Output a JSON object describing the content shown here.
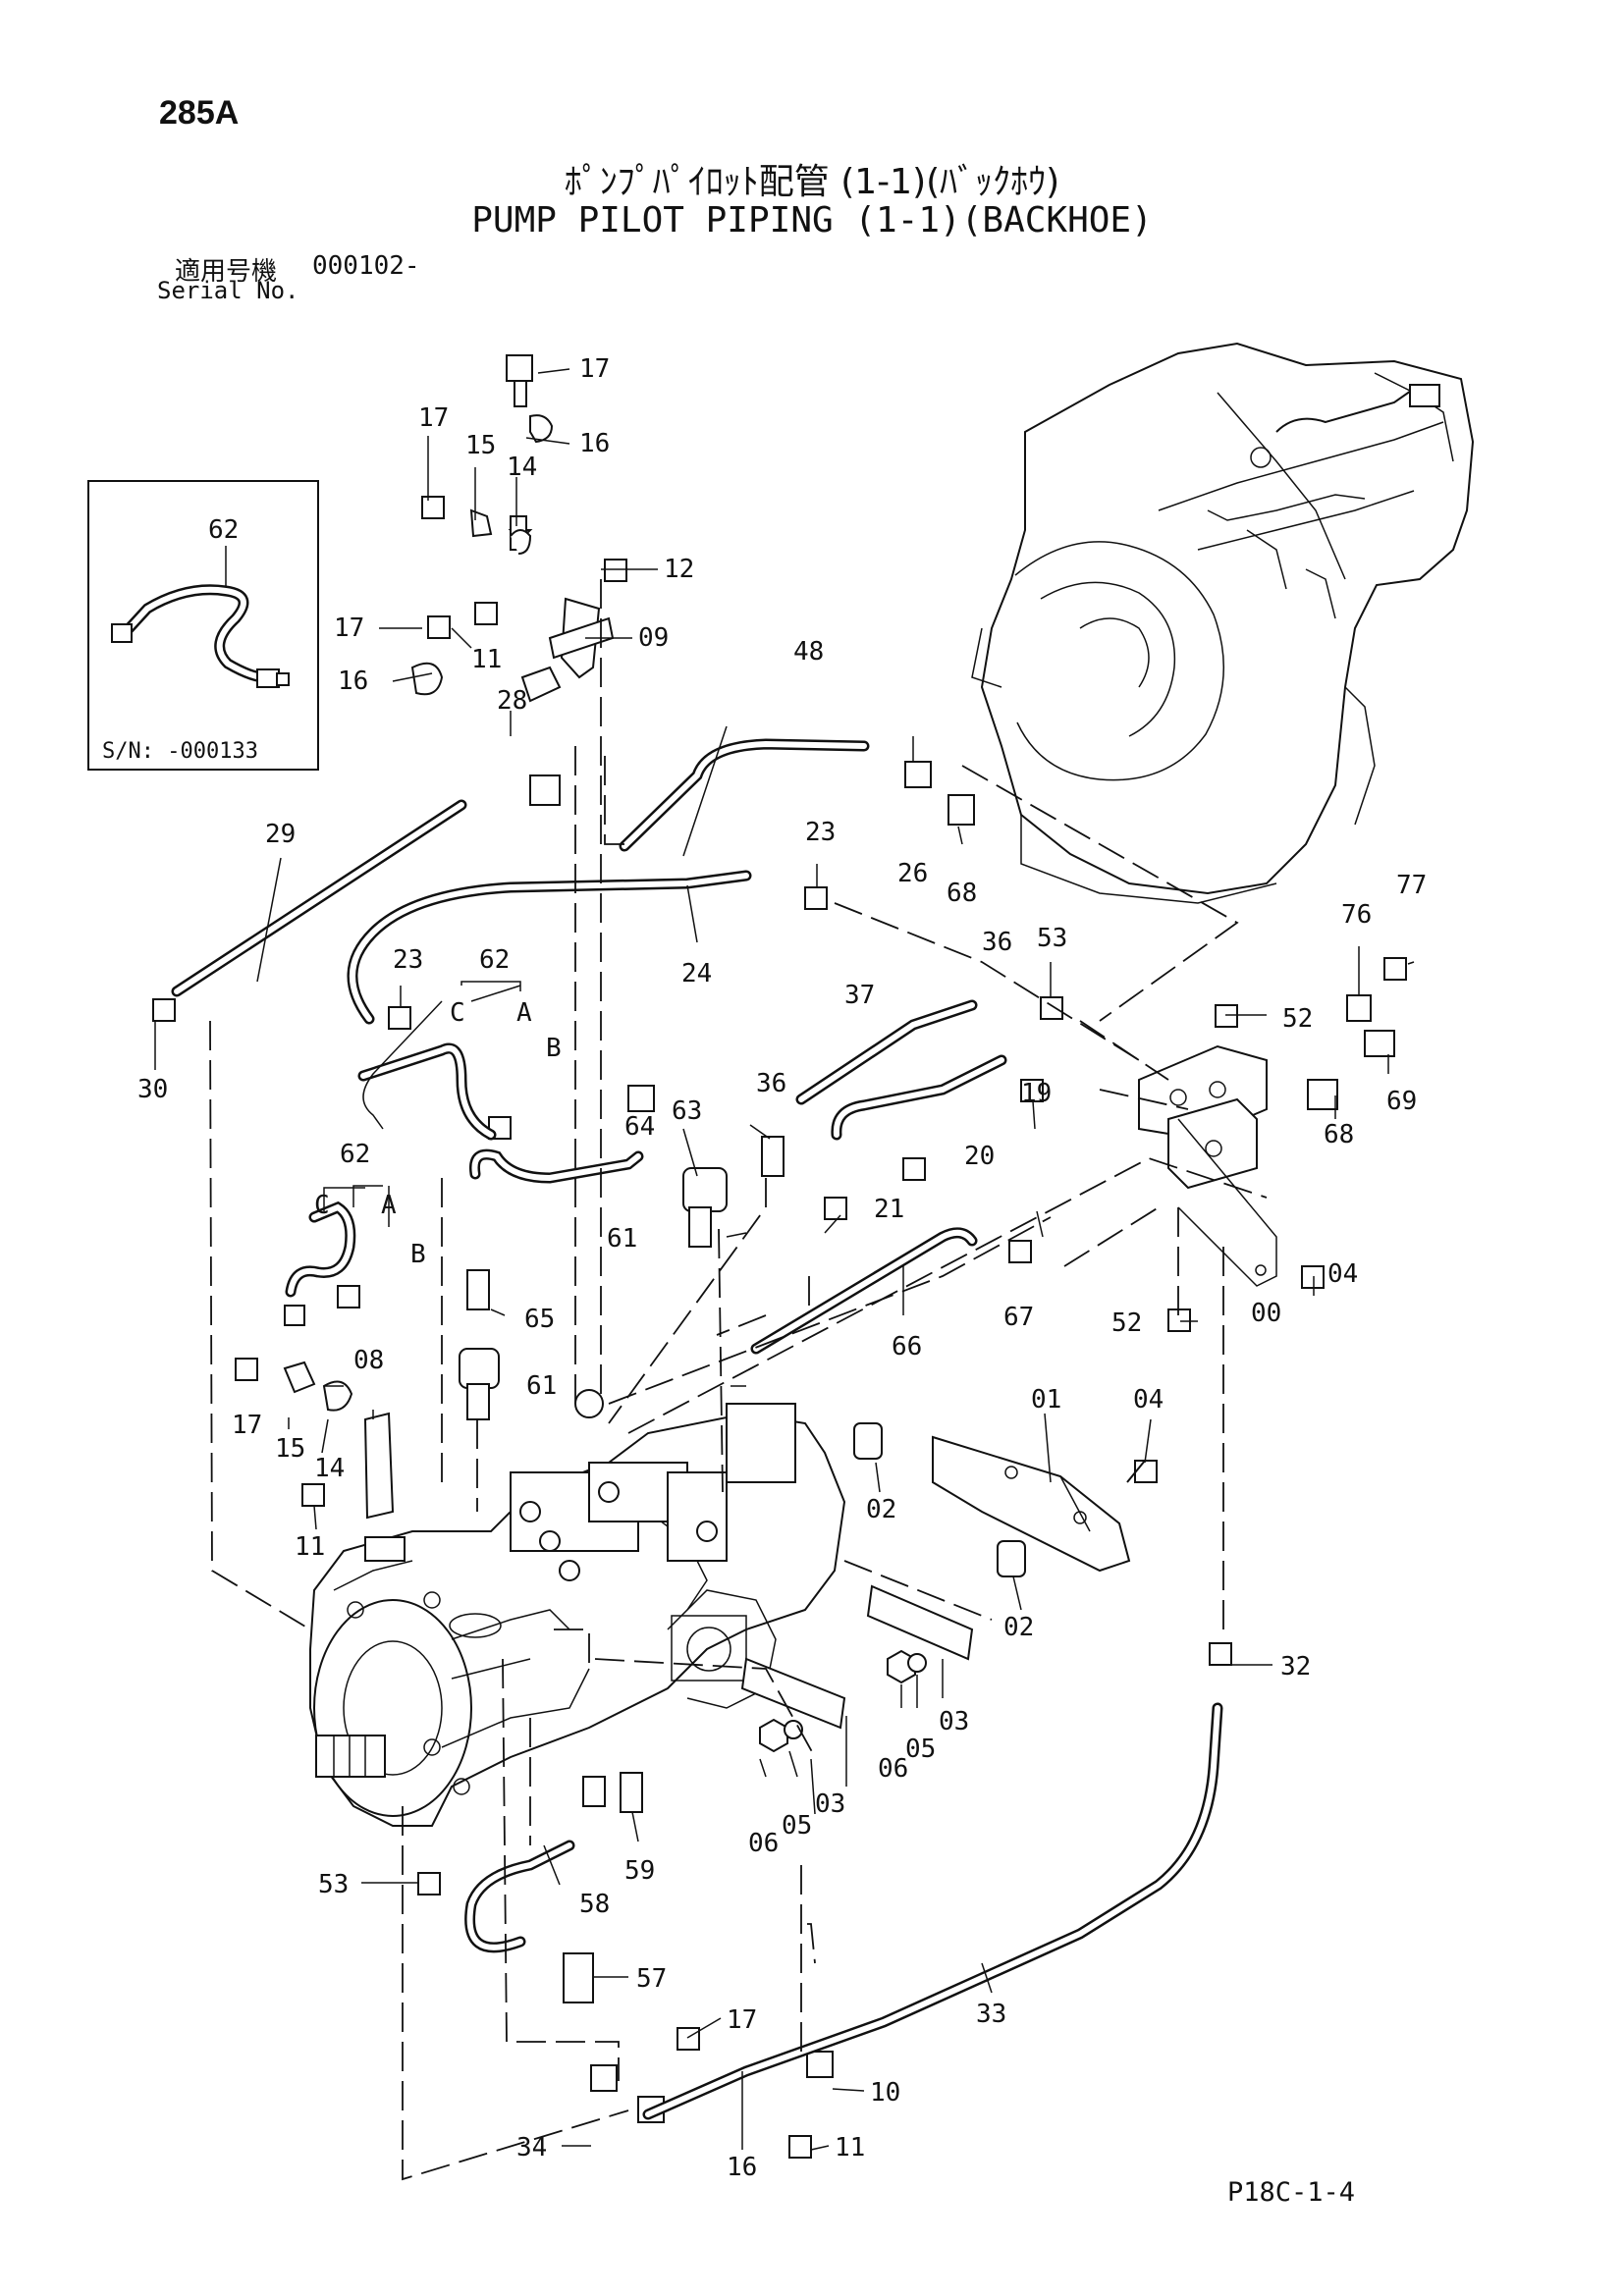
{
  "page_number": "285A",
  "title_ja": "ﾎﾟﾝﾌﾟﾊﾟｲﾛｯﾄ配管 (1-1)(ﾊﾞｯｸﾎｳ)",
  "title_en": "PUMP PILOT PIPING (1-1)(BACKHOE)",
  "serial_label_ja": "適用号機",
  "serial_number": "000102-",
  "serial_label_en": "Serial No.",
  "inset": {
    "part": "62",
    "serial": "S/N: -000133"
  },
  "sheet_code": "P18C-1-4",
  "callouts": {
    "c17a": "17",
    "c16a": "16",
    "c17b": "17",
    "c15a": "15",
    "c14a": "14",
    "c12": "12",
    "c17c": "17",
    "c11a": "11",
    "c09": "09",
    "c16b": "16",
    "c28": "28",
    "c48": "48",
    "c29": "29",
    "c23a": "23",
    "c26": "26",
    "c68a": "68",
    "c77": "77",
    "c76": "76",
    "c36a": "36",
    "c53a": "53",
    "c24": "24",
    "c23b": "23",
    "c62a": "62",
    "cCa": "C",
    "cAa": "A",
    "cBa": "B",
    "c37": "37",
    "c52a": "52",
    "c30": "30",
    "c36b": "36",
    "c63": "63",
    "c64": "64",
    "c19": "19",
    "c69": "69",
    "c68b": "68",
    "c20": "20",
    "c21": "21",
    "c62b": "62",
    "cCb": "C",
    "cAb": "A",
    "cBb": "B",
    "c61a": "61",
    "c65": "65",
    "c67": "67",
    "c04a": "04",
    "c66": "66",
    "c00": "00",
    "c52b": "52",
    "c08": "08",
    "c61b": "61",
    "c17d": "17",
    "c15b": "15",
    "c14b": "14",
    "c11b": "11",
    "c01": "01",
    "c04b": "04",
    "c02a": "02",
    "c02b": "02",
    "c03a": "03",
    "c05a": "05",
    "c06a": "06",
    "c03b": "03",
    "c05b": "05",
    "c06b": "06",
    "c32": "32",
    "c53b": "53",
    "c58": "58",
    "c59": "59",
    "c57": "57",
    "c33": "33",
    "c17e": "17",
    "c10": "10",
    "c34": "34",
    "c16c": "16",
    "c11c": "11"
  }
}
